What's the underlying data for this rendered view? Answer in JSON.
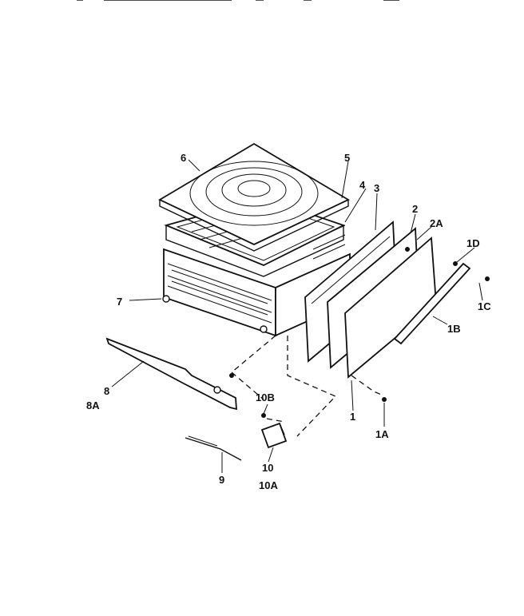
{
  "diagram": {
    "labels": {
      "l6": "6",
      "l5": "5",
      "l4": "4",
      "l3": "3",
      "l2": "2",
      "l2A": "2A",
      "l1D": "1D",
      "l1C": "1C",
      "l1B": "1B",
      "l7": "7",
      "l8": "8",
      "l8A": "8A",
      "l10B": "10B",
      "l1": "1",
      "l1A": "1A",
      "l9": "9",
      "l10": "10",
      "l10A": "10A"
    }
  }
}
